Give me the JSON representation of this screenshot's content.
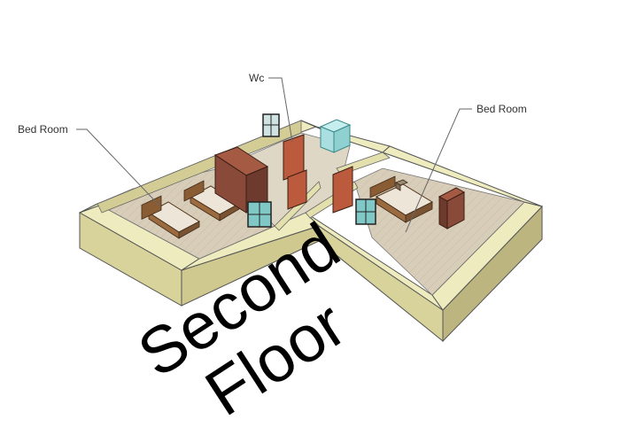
{
  "labels": {
    "bed_room_left": "Bed Room",
    "wc": "Wc",
    "bed_room_right": "Bed Room"
  },
  "title": {
    "line1": "Second",
    "line2": "Floor"
  },
  "colors": {
    "wall_top": "#eeecbe",
    "wall_side": "#d8d39a",
    "wall_dark": "#b7b07a",
    "floor": "#d6cbb8",
    "furniture_brown": "#8a4a3a",
    "door_orange": "#bb5a3c",
    "glass": "#a9dfe0"
  }
}
